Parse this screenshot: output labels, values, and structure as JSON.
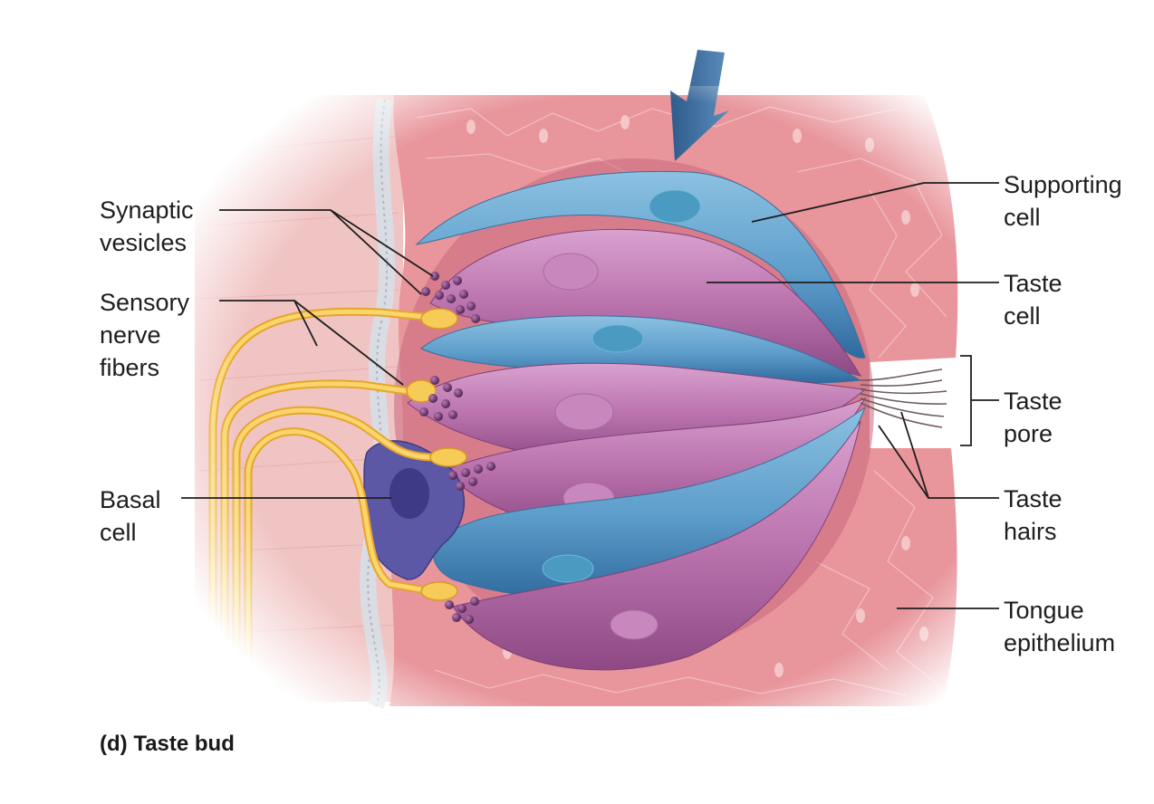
{
  "caption": "(d) Taste bud",
  "labels": {
    "synaptic_vesicles": "Synaptic\nvesicles",
    "sensory_nerve_fibers": "Sensory\nnerve\nfibers",
    "basal_cell": "Basal\ncell",
    "supporting_cell": "Supporting\ncell",
    "taste_cell": "Taste\ncell",
    "taste_pore": "Taste\npore",
    "taste_hairs": "Taste\nhairs",
    "tongue_epithelium": "Tongue\nepithelium"
  },
  "colors": {
    "tissue": "#e79aa0",
    "tissue_light": "#f3c9c7",
    "supporting_cell": "#5f9fc9",
    "taste_cell": "#b56aa8",
    "basal_cell": "#5e5aa6",
    "nerve": "#f2bd3e",
    "vesicle": "#6b2c6a",
    "arrow": "#3d6d9c"
  }
}
